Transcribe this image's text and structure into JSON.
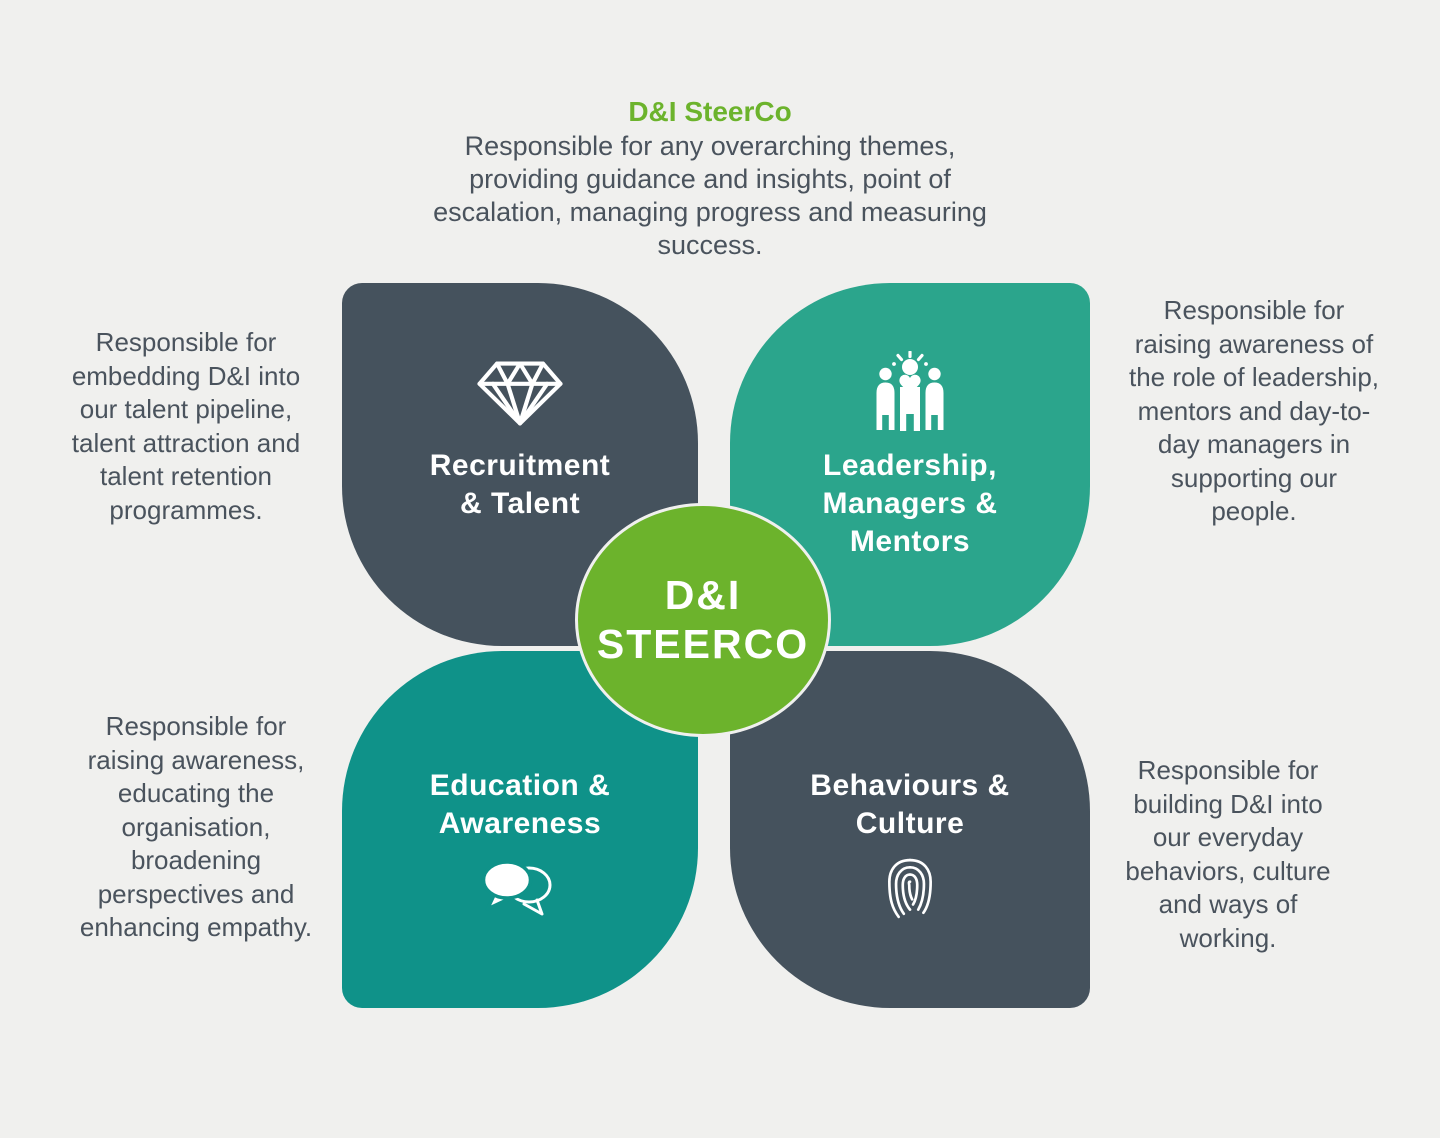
{
  "colors": {
    "background": "#f0f0ee",
    "slate": "#45525d",
    "teal": "#2ba58c",
    "teal_dark": "#0f9289",
    "green": "#6cb32c",
    "body_text": "#4a535d",
    "title_text": "#ffffff"
  },
  "header": {
    "title": "D&I SteerCo",
    "lines": [
      "Responsible for any overarching themes,",
      "providing guidance and insights, point of",
      "escalation, managing progress and measuring",
      "success."
    ]
  },
  "center_circle": {
    "lines": [
      "D&I",
      "STEERCO"
    ]
  },
  "petals": [
    {
      "id": "recruitment-talent",
      "title_lines": [
        "Recruitment",
        "& Talent"
      ],
      "icon": "diamond-icon",
      "color": "#45525d",
      "note_lines": [
        "Responsible for",
        "embedding D&I into",
        "our talent pipeline,",
        "talent attraction and",
        "talent retention",
        "programmes."
      ]
    },
    {
      "id": "leadership-managers-mentors",
      "title_lines": [
        "Leadership,",
        "Managers &",
        "Mentors"
      ],
      "icon": "team-icon",
      "color": "#2ba58c",
      "note_lines": [
        "Responsible for",
        "raising awareness of",
        "the role of leadership,",
        "mentors and day-to-",
        "day managers in",
        "supporting our",
        "people."
      ]
    },
    {
      "id": "education-awareness",
      "title_lines": [
        "Education &",
        "Awareness"
      ],
      "icon": "speech-bubbles-icon",
      "color": "#0f9289",
      "note_lines": [
        "Responsible for",
        "raising awareness,",
        "educating the",
        "organisation,",
        "broadening",
        "perspectives and",
        "enhancing empathy."
      ]
    },
    {
      "id": "behaviours-culture",
      "title_lines": [
        "Behaviours &",
        "Culture"
      ],
      "icon": "fingerprint-icon",
      "color": "#45525d",
      "note_lines": [
        "Responsible for",
        "building D&I into",
        "our everyday",
        "behaviors, culture",
        "and ways of",
        "working."
      ]
    }
  ]
}
